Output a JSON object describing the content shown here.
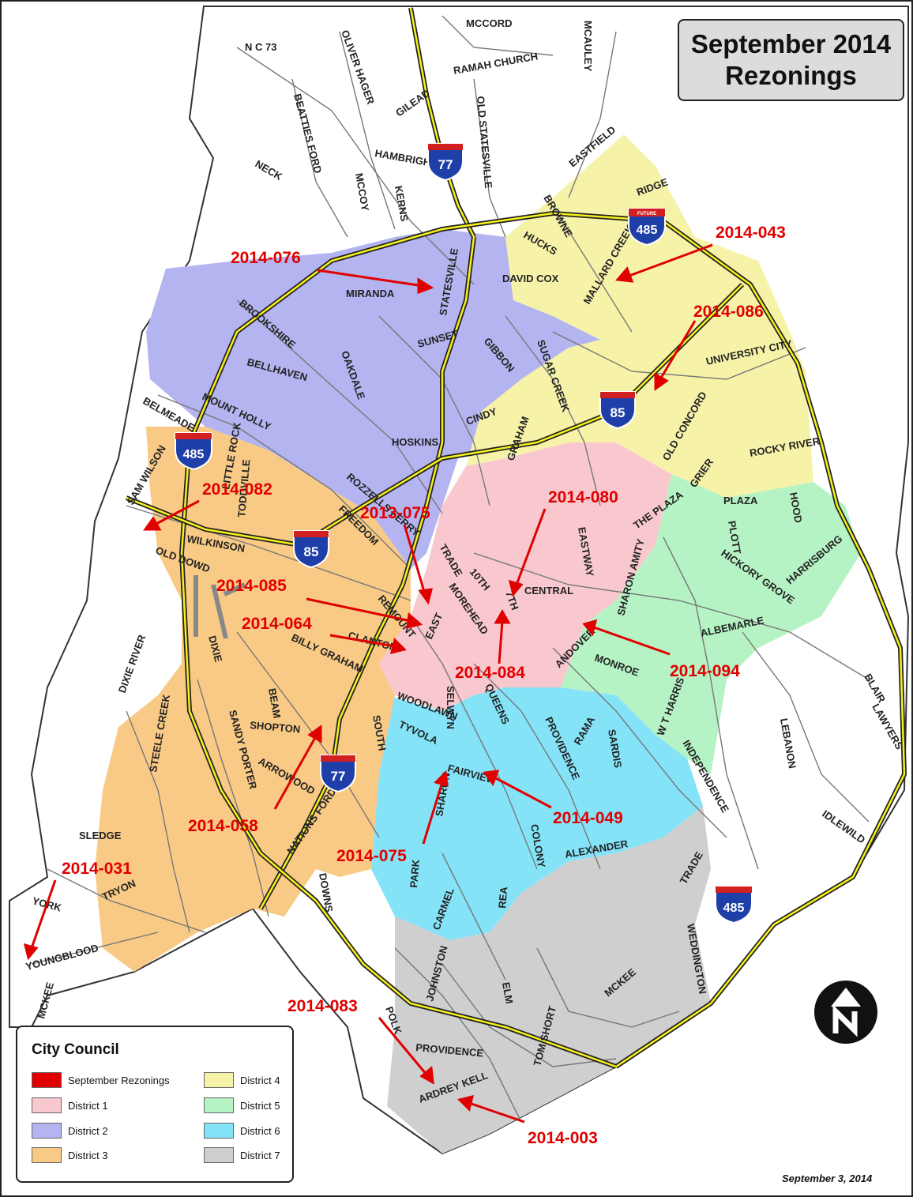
{
  "title": {
    "line1": "September 2014",
    "line2": "Rezonings"
  },
  "legend": {
    "title": "City Council",
    "items": [
      {
        "label": "September Rezonings",
        "color": "#e00000"
      },
      {
        "label": "District 1",
        "color": "#f9c8cf"
      },
      {
        "label": "District 2",
        "color": "#b4b4f0"
      },
      {
        "label": "District 3",
        "color": "#f9ca85"
      },
      {
        "label": "District 4",
        "color": "#f6f3a9"
      },
      {
        "label": "District 5",
        "color": "#b6f3c4"
      },
      {
        "label": "District 6",
        "color": "#85e3f8"
      },
      {
        "label": "District 7",
        "color": "#cfcfcf"
      }
    ]
  },
  "date": "September 3, 2014",
  "interstates": [
    {
      "number": "77"
    },
    {
      "number": "485",
      "tag": "FUTURE"
    },
    {
      "number": "85"
    },
    {
      "number": "485"
    },
    {
      "number": "85"
    },
    {
      "number": "77"
    },
    {
      "number": "485"
    }
  ],
  "rezonings": [
    "2014-076",
    "2014-043",
    "2014-086",
    "2014-082",
    "2014-080",
    "2013-075",
    "2014-085",
    "2014-064",
    "2014-084",
    "2014-094",
    "2014-058",
    "2014-049",
    "2014-075",
    "2014-031",
    "2014-083",
    "2014-003"
  ],
  "roads": [
    "N C 73",
    "MCCORD",
    "RAMAH CHURCH",
    "MCAULEY",
    "OLIVER HAGER",
    "GILEAD",
    "BEATTIES FORD",
    "OLD STATESVILLE",
    "HAMBRIGHT",
    "EASTFIELD",
    "NECK",
    "MCCOY",
    "KERNS",
    "BROWNE",
    "RIDGE",
    "HUCKS",
    "DAVID COX",
    "MALLARD CREEK",
    "MIRANDA",
    "STATESVILLE",
    "BROOKSHIRE",
    "BELLHAVEN",
    "OAKDALE",
    "SUNSET",
    "GIBBON",
    "SUGAR CREEK",
    "UNIVERSITY CITY",
    "MOUNT HOLLY",
    "BELMEADE",
    "HOSKINS",
    "CINDY",
    "GRAHAM",
    "OLD CONCORD",
    "ROCKY RIVER",
    "GRIER",
    "ROZZELLS FERRY",
    "FREEDOM",
    "LITTLE ROCK",
    "TODDVILLE",
    "SAM WILSON",
    "WILKINSON",
    "OLD DOWD",
    "THE PLAZA",
    "PLAZA",
    "PLOTT",
    "HOOD",
    "EASTWAY",
    "HARRISBURG",
    "TRADE",
    "CENTRAL",
    "10TH",
    "7TH",
    "SHARON AMITY",
    "HICKORY GROVE",
    "ALBEMARLE",
    "REMOUNT",
    "MOREHEAD",
    "EAST",
    "CLANTON",
    "ANDOVER",
    "MONROE",
    "DIXIE RIVER",
    "DIXIE",
    "BILLY GRAHAM",
    "WOODLAWN",
    "SELWYN",
    "QUEENS",
    "BEAM",
    "SHOPTON",
    "SANDY PORTER",
    "SOUTH",
    "TYVOLA",
    "FAIRVIEW",
    "PROVIDENCE",
    "RAMA",
    "SARDIS",
    "W T HARRIS",
    "INDEPENDENCE",
    "LEBANON",
    "LAWYERS",
    "BLAIR",
    "ARROWOOD",
    "STEELE CREEK",
    "SLEDGE",
    "PARK",
    "SHARON",
    "COLONY",
    "NATIONS FORD",
    "ALEXANDER",
    "IDLEWILD",
    "TRADE",
    "TRYON",
    "YORK",
    "DOWNS",
    "CARMEL",
    "REA",
    "WEDDINGTON",
    "YOUNGBLOOD",
    "MCKEE",
    "JOHNSTON",
    "ELM",
    "MCKEE",
    "POLK",
    "PROVIDENCE",
    "TOM SHORT",
    "ARDREY KELL"
  ]
}
